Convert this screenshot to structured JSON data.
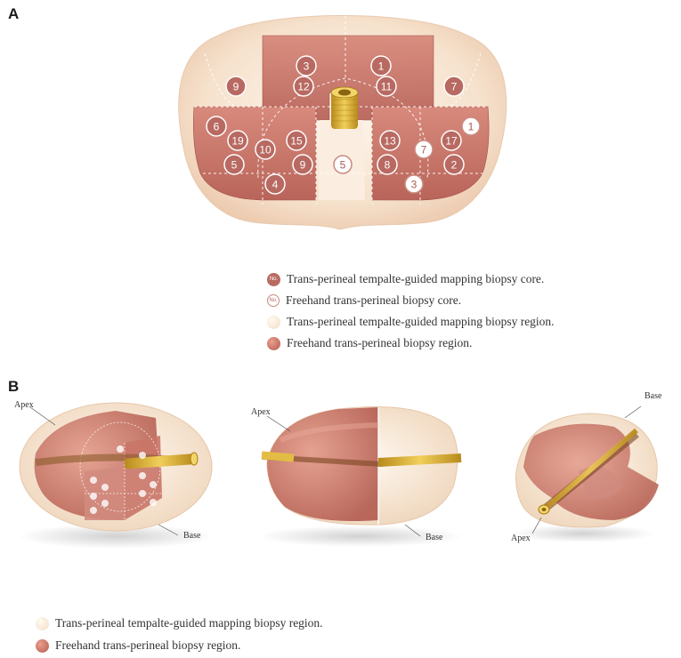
{
  "panels": {
    "a": "A",
    "b": "B"
  },
  "panel_a": {
    "cores_filled": [
      {
        "n": "1"
      },
      {
        "n": "11"
      },
      {
        "n": "3"
      },
      {
        "n": "12"
      },
      {
        "n": "9"
      },
      {
        "n": "7"
      },
      {
        "n": "6"
      },
      {
        "n": "19"
      },
      {
        "n": "5"
      },
      {
        "n": "10"
      },
      {
        "n": "15"
      },
      {
        "n": "9"
      },
      {
        "n": "4"
      },
      {
        "n": "13"
      },
      {
        "n": "8"
      },
      {
        "n": "17"
      },
      {
        "n": "2"
      }
    ],
    "cores_open": [
      {
        "n": "5"
      },
      {
        "n": "7"
      },
      {
        "n": "3"
      },
      {
        "n": "1"
      }
    ]
  },
  "legend_a": [
    {
      "marker": "No.",
      "text": "Trans-perineal tempalte-guided mapping biopsy core."
    },
    {
      "marker": "No.",
      "text": "Freehand trans-perineal biopsy core."
    },
    {
      "text": "Trans-perineal tempalte-guided mapping biopsy region."
    },
    {
      "text": "Freehand trans-perineal biopsy  region."
    }
  ],
  "panel_b": {
    "views": [
      {
        "callouts": [
          "Apex",
          "Base"
        ]
      },
      {
        "callouts": [
          "Apex",
          "Base"
        ]
      },
      {
        "callouts": [
          "Base",
          "Apex"
        ]
      }
    ]
  },
  "legend_b": [
    {
      "text": "Trans-perineal tempalte-guided mapping biopsy region."
    },
    {
      "text": "Freehand trans-perineal biopsy region."
    }
  ],
  "colors": {
    "gland": "#f7e3cf",
    "region": "#c8766b",
    "urethra": "#d9a92c",
    "core_fill": "#b86a62"
  }
}
